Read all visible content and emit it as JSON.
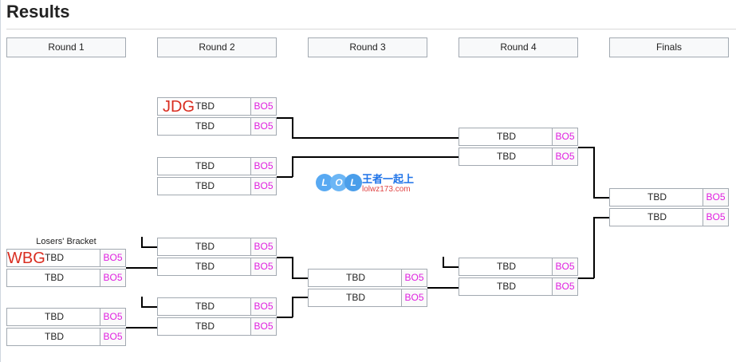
{
  "page_title": "Results",
  "rounds": [
    "Round 1",
    "Round 2",
    "Round 3",
    "Round 4",
    "Finals"
  ],
  "losers_label": "Losers' Bracket",
  "overlays": {
    "jdg": "JDG",
    "wbg": "WBG"
  },
  "watermark": {
    "letters": [
      "L",
      "O",
      "L"
    ],
    "cn": "王者一起上",
    "url": "lolwz173.com"
  },
  "matches": {
    "r2_a": {
      "teams": [
        "TBD",
        "TBD"
      ],
      "scores": [
        "BO5",
        "BO5"
      ]
    },
    "r2_b": {
      "teams": [
        "TBD",
        "TBD"
      ],
      "scores": [
        "BO5",
        "BO5"
      ]
    },
    "r4_a": {
      "teams": [
        "TBD",
        "TBD"
      ],
      "scores": [
        "BO5",
        "BO5"
      ]
    },
    "final": {
      "teams": [
        "TBD",
        "TBD"
      ],
      "scores": [
        "BO5",
        "BO5"
      ]
    },
    "r1_a": {
      "teams": [
        "TBD",
        "TBD"
      ],
      "scores": [
        "BO5",
        "BO5"
      ]
    },
    "r2_c": {
      "teams": [
        "TBD",
        "TBD"
      ],
      "scores": [
        "BO5",
        "BO5"
      ]
    },
    "r3_a": {
      "teams": [
        "TBD",
        "TBD"
      ],
      "scores": [
        "BO5",
        "BO5"
      ]
    },
    "r4_b": {
      "teams": [
        "TBD",
        "TBD"
      ],
      "scores": [
        "BO5",
        "BO5"
      ]
    },
    "r1_b": {
      "teams": [
        "TBD",
        "TBD"
      ],
      "scores": [
        "BO5",
        "BO5"
      ]
    },
    "r2_d": {
      "teams": [
        "TBD",
        "TBD"
      ],
      "scores": [
        "BO5",
        "BO5"
      ]
    }
  },
  "colors": {
    "score": "#e020e0",
    "header_bg": "#f8f9fa",
    "border": "#a2a9b1",
    "overlay": "#d92d20"
  }
}
